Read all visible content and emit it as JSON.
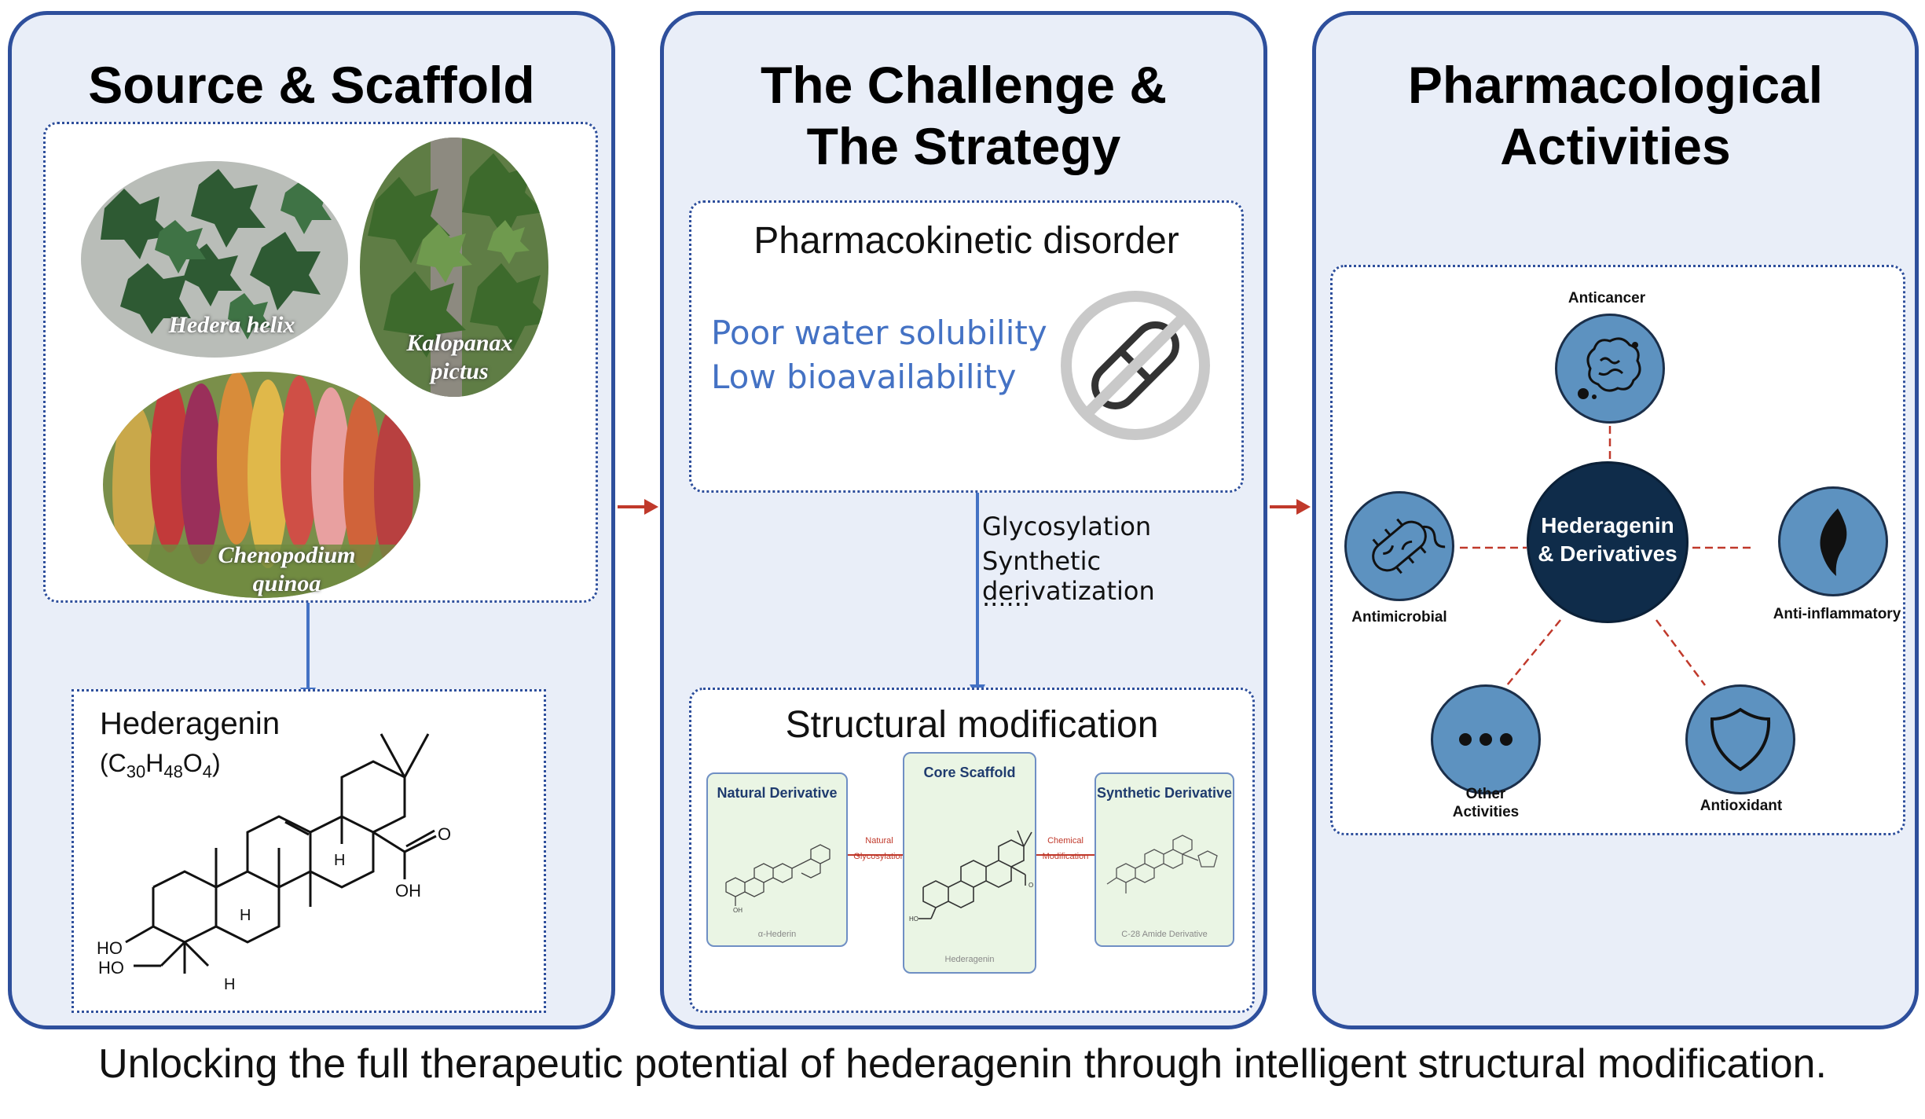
{
  "colors": {
    "panel_border": "#2e4f9c",
    "panel_fill": "#e9eef8",
    "accent_blue": "#4472c4",
    "arrow_red": "#c0392b",
    "center_fill": "#0f2c4a",
    "activity_fill": "#5d92c0"
  },
  "panels": {
    "source": {
      "title": "Source & Scaffold",
      "plants": [
        {
          "name": "Hedera helix"
        },
        {
          "name_line1": "Kalopanax",
          "name_line2": "pictus"
        },
        {
          "name_line1": "Chenopodium",
          "name_line2": "quinoa"
        }
      ],
      "compound": {
        "name": "Hederagenin",
        "formula_open": "(C",
        "c": "30",
        "h_letter": "H",
        "h": "48",
        "o_letter": "O",
        "o": "4",
        "formula_close": ")"
      },
      "structure_labels": {
        "ho1": "HO",
        "ho2": "HO",
        "oh": "OH",
        "o": "O",
        "h1": "H",
        "h2": "H",
        "h3": "H"
      }
    },
    "challenge": {
      "title_line1": "The Challenge &",
      "title_line2": "The Strategy",
      "disorder_title": "Pharmacokinetic disorder",
      "problems": [
        "Poor water solubility",
        "Low bioavailability"
      ],
      "strategies": [
        "Glycosylation",
        "Synthetic derivatization",
        "......"
      ],
      "modification_title": "Structural modification",
      "cards": [
        {
          "title": "Natural Derivative",
          "caption": "α-Hederin"
        },
        {
          "title": "Core Scaffold",
          "caption": "Hederagenin"
        },
        {
          "title": "Synthetic Derivative",
          "caption": "C-28 Amide Derivative"
        }
      ],
      "links": [
        {
          "line1": "Natural",
          "line2": "Glycosylation"
        },
        {
          "line1": "Chemical",
          "line2": "Modification"
        }
      ],
      "mini_labels": {
        "oh": "OH",
        "ho": "HO",
        "o": "O"
      }
    },
    "activities": {
      "title_line1": "Pharmacological",
      "title_line2": "Activities",
      "center_line1": "Hederagenin",
      "center_line2": "& Derivatives",
      "items": {
        "anticancer": "Anticancer",
        "antimicrobial": "Antimicrobial",
        "anti_inflammatory": "Anti-inflammatory",
        "other_line1": "Other",
        "other_line2": "Activities",
        "antioxidant": "Antioxidant"
      },
      "icons": {
        "anticancer": "tumor-cell-icon",
        "antimicrobial": "bacterium-icon",
        "anti_inflammatory": "flame-icon",
        "other": "ellipsis-icon",
        "antioxidant": "shield-icon"
      }
    }
  },
  "caption": "Unlocking the full therapeutic potential of hederagenin through intelligent structural modification."
}
